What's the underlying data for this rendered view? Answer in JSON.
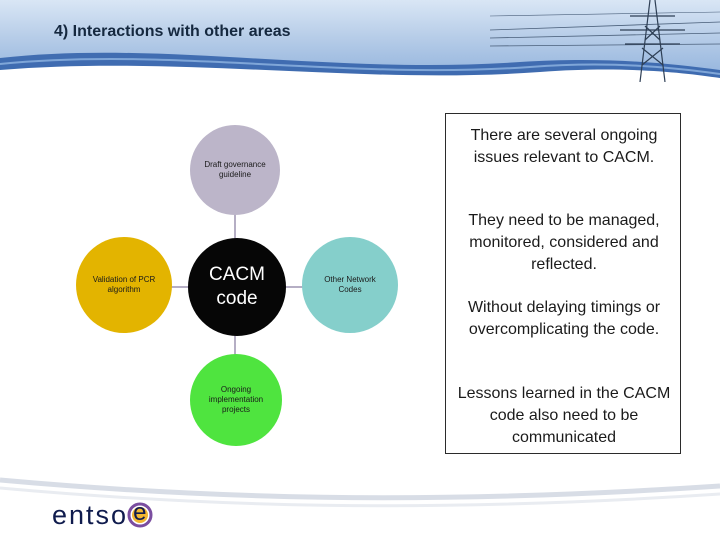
{
  "header": {
    "title": "4) Interactions with other areas"
  },
  "diagram": {
    "top_node": "Draft governance guideline",
    "left_node": "Validation of PCR algorithm",
    "center_node_line1": "CACM",
    "center_node_line2": "code",
    "right_node": "Other Network Codes",
    "bottom_node": "Ongoing implementation projects"
  },
  "textbox": {
    "p1": "There are several ongoing issues relevant to CACM.",
    "p2": "They need to be managed, monitored, considered and reflected.",
    "p3": "Without delaying timings or overcomplicating the code.",
    "p4": "Lessons learned in the CACM code also need to be communicated"
  },
  "footer": {
    "logo_text": "entso",
    "logo_letter": "e"
  },
  "colors": {
    "top_node": "#bcb5c9",
    "left_node": "#e3b400",
    "center_node": "#060606",
    "right_node": "#85cfcb",
    "bottom_node": "#4fe43f",
    "logo_accent": "#7b4ea0"
  }
}
